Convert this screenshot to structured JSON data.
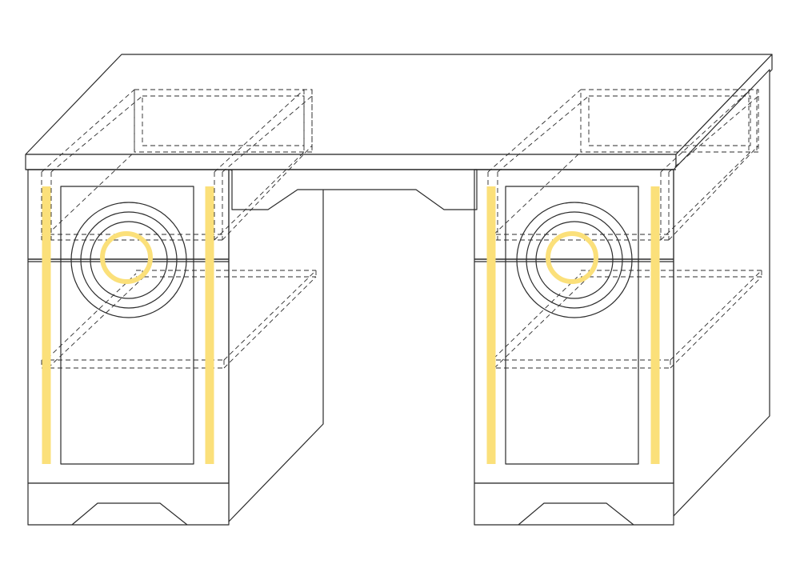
{
  "diagram": {
    "view": "isometric",
    "line_color": "#2b2b2b",
    "highlight_color": "#fbe07a",
    "background": "#ffffff",
    "parts": {
      "pedestals": [
        "left",
        "right"
      ],
      "hidden_lines": "dashed",
      "highlighted": [
        "door-stiles",
        "door-knobs"
      ]
    }
  }
}
